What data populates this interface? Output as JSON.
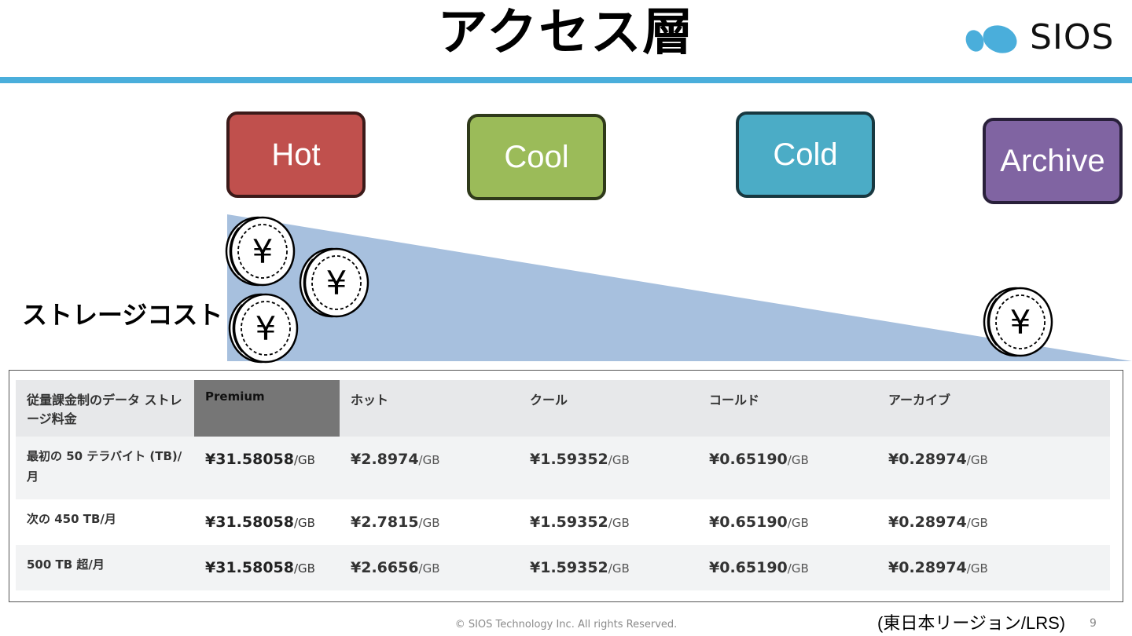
{
  "slide": {
    "title": "アクセス層",
    "logo_text": "SIOS",
    "brand_color": "#4aaedb"
  },
  "tiers": [
    {
      "label": "Hot",
      "color": "#c0504d"
    },
    {
      "label": "Cool",
      "color": "#9bbb59"
    },
    {
      "label": "Cold",
      "color": "#4bacc6"
    },
    {
      "label": "Archive",
      "color": "#8064a2"
    }
  ],
  "cost_label": "ストレージコスト",
  "coin_icon": "yen-coin-icon",
  "pricing_table": {
    "headers": [
      "従量課金制のデータ ストレージ料金",
      "Premium",
      "ホット",
      "クール",
      "コールド",
      "アーカイブ"
    ],
    "unit": "/GB",
    "rows": [
      {
        "label": "最初の 50 テラバイト (TB)/月",
        "values": [
          "¥31.58058",
          "¥2.8974",
          "¥1.59352",
          "¥0.65190",
          "¥0.28974"
        ]
      },
      {
        "label": "次の 450 TB/月",
        "values": [
          "¥31.58058",
          "¥2.7815",
          "¥1.59352",
          "¥0.65190",
          "¥0.28974"
        ]
      },
      {
        "label": "500 TB 超/月",
        "values": [
          "¥31.58058",
          "¥2.6656",
          "¥1.59352",
          "¥0.65190",
          "¥0.28974"
        ]
      }
    ]
  },
  "region_note": "(東日本リージョン/LRS)",
  "footer": {
    "copyright": "© SIOS Technology Inc. All rights Reserved.",
    "page_number": "9"
  }
}
